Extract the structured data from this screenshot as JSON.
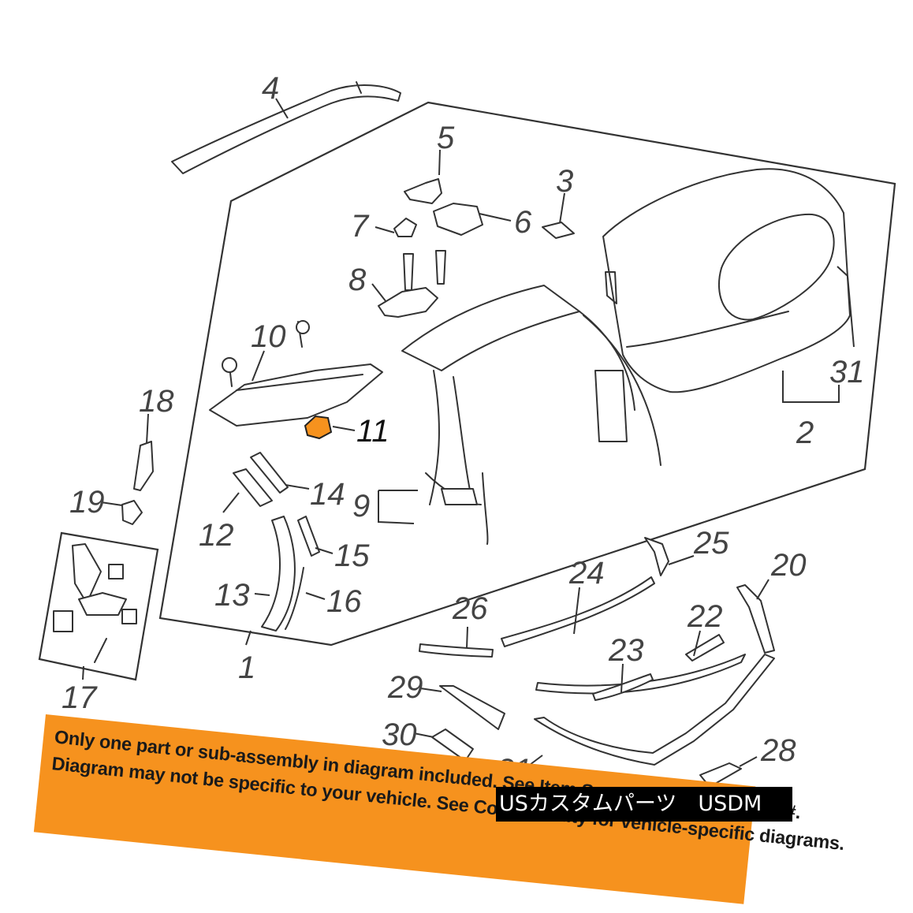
{
  "diagram": {
    "callouts": [
      "1",
      "2",
      "3",
      "4",
      "5",
      "6",
      "7",
      "8",
      "9",
      "10",
      "11",
      "12",
      "13",
      "14",
      "15",
      "16",
      "17",
      "18",
      "19",
      "20",
      "21",
      "22",
      "23",
      "24",
      "25",
      "26",
      "28",
      "29",
      "30",
      "31"
    ],
    "highlighted_part": "11",
    "highlight_color": "#f6921e"
  },
  "notice": {
    "line1": "Only one part or sub-assembly in diagram included. See Item Specifics for Reference #.",
    "line2": "Diagram may not be specific to your vehicle. See Compatibility for vehicle-specific diagrams.",
    "background_color": "#f6921e"
  },
  "watermark": {
    "text": "USカスタムパーツ　USDM"
  }
}
